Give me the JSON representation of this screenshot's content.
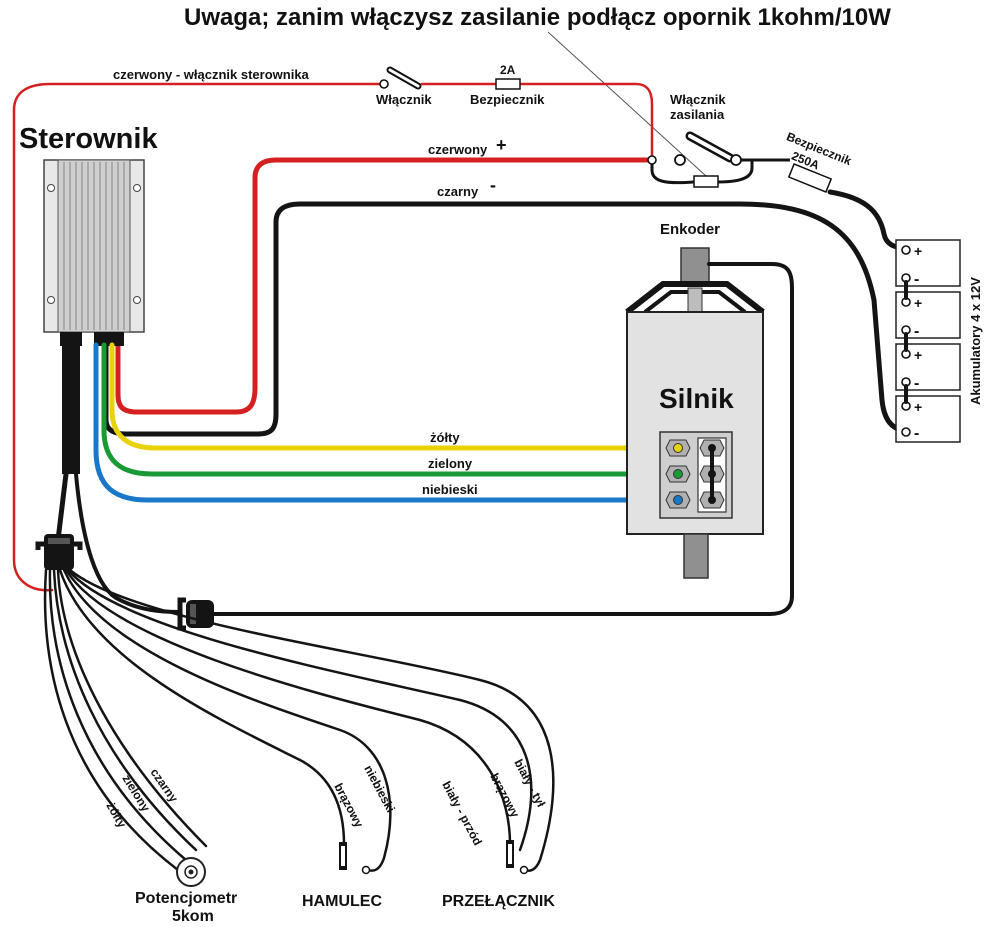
{
  "warning": "Uwaga; zanim włączysz zasilanie podłącz opornik 1kohm/10W",
  "controller": {
    "title": "Sterownik"
  },
  "top_circuit": {
    "wire_label": "czerwony - włącznik sterownika",
    "switch_label": "Włącznik",
    "fuse_value": "2A",
    "fuse_label": "Bezpiecznik"
  },
  "power_circuit": {
    "red_wire_label": "czerwony",
    "plus": "+",
    "black_wire_label": "czarny",
    "minus": "-",
    "switch_label_line1": "Włącznik",
    "switch_label_line2": "zasilania",
    "fuse_label": "Bezpiecznik",
    "fuse_value": "250A"
  },
  "batteries": {
    "label": "Akumulatory 4 x 12V",
    "cells": [
      {
        "plus": "+",
        "minus": "-"
      },
      {
        "plus": "+",
        "minus": "-"
      },
      {
        "plus": "+",
        "minus": "-"
      },
      {
        "plus": "+",
        "minus": "-"
      }
    ]
  },
  "motor": {
    "title": "Silnik",
    "encoder_label": "Enkoder"
  },
  "phase_wires": [
    {
      "label": "żółty",
      "color": "#e8d20a"
    },
    {
      "label": "zielony",
      "color": "#1a9a35"
    },
    {
      "label": "niebieski",
      "color": "#1a78c8"
    }
  ],
  "colors": {
    "red_wire": "#d42020",
    "black_wire": "#141414"
  },
  "bottom": {
    "pot_wires": [
      "czarny",
      "zielony",
      "żółty"
    ],
    "pot_label_line1": "Potencjometr",
    "pot_label_line2": "5kom",
    "brake_wires": [
      "niebieski",
      "brązowy"
    ],
    "brake_label": "HAMULEC",
    "switch_wires": [
      "biały - tył",
      "brązowy",
      "biały - przód"
    ],
    "switch_label": "PRZEŁĄCZNIK"
  }
}
